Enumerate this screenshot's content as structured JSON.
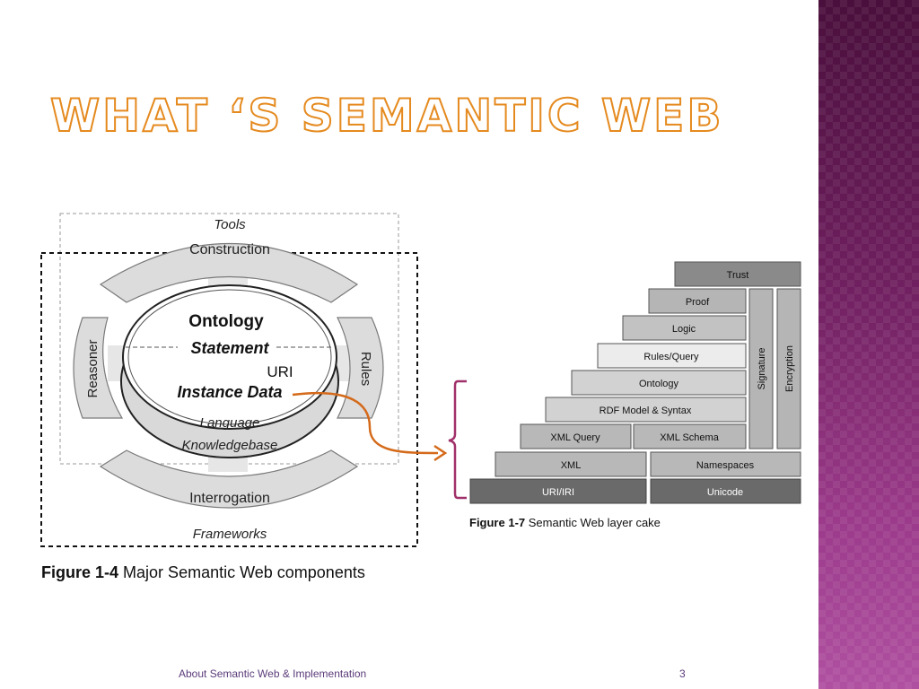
{
  "slide": {
    "title": "What ‘s Semantic Web",
    "footer": "About Semantic Web & Implementation",
    "page_number": "3"
  },
  "figure_left": {
    "caption_label": "Figure 1-4",
    "caption_text": "Major Semantic Web components",
    "labels": {
      "tools": "Tools",
      "construction": "Construction",
      "ontology": "Ontology",
      "statement": "Statement",
      "uri": "URI",
      "instance_data": "Instance Data",
      "language": "Language",
      "knowledgebase": "Knowledgebase",
      "interrogation": "Interrogation",
      "frameworks": "Frameworks",
      "reasoner": "Reasoner",
      "rules": "Rules"
    }
  },
  "figure_right": {
    "caption_label": "Figure 1-7",
    "caption_text": "Semantic Web layer cake",
    "layers": {
      "trust": "Trust",
      "proof": "Proof",
      "logic": "Logic",
      "rules_query": "Rules/Query",
      "ontology": "Ontology",
      "rdf": "RDF Model & Syntax",
      "xml_query": "XML Query",
      "xml_schema": "XML Schema",
      "xml": "XML",
      "namespaces": "Namespaces",
      "uri_iri": "URI/IRI",
      "unicode": "Unicode",
      "signature": "Signature",
      "encryption": "Encryption"
    }
  },
  "colors": {
    "title_orange": "#e58a1f",
    "arrow_orange": "#d46a1a",
    "bracket_magenta": "#a0306a",
    "footer_text": "#5b3b7a"
  }
}
